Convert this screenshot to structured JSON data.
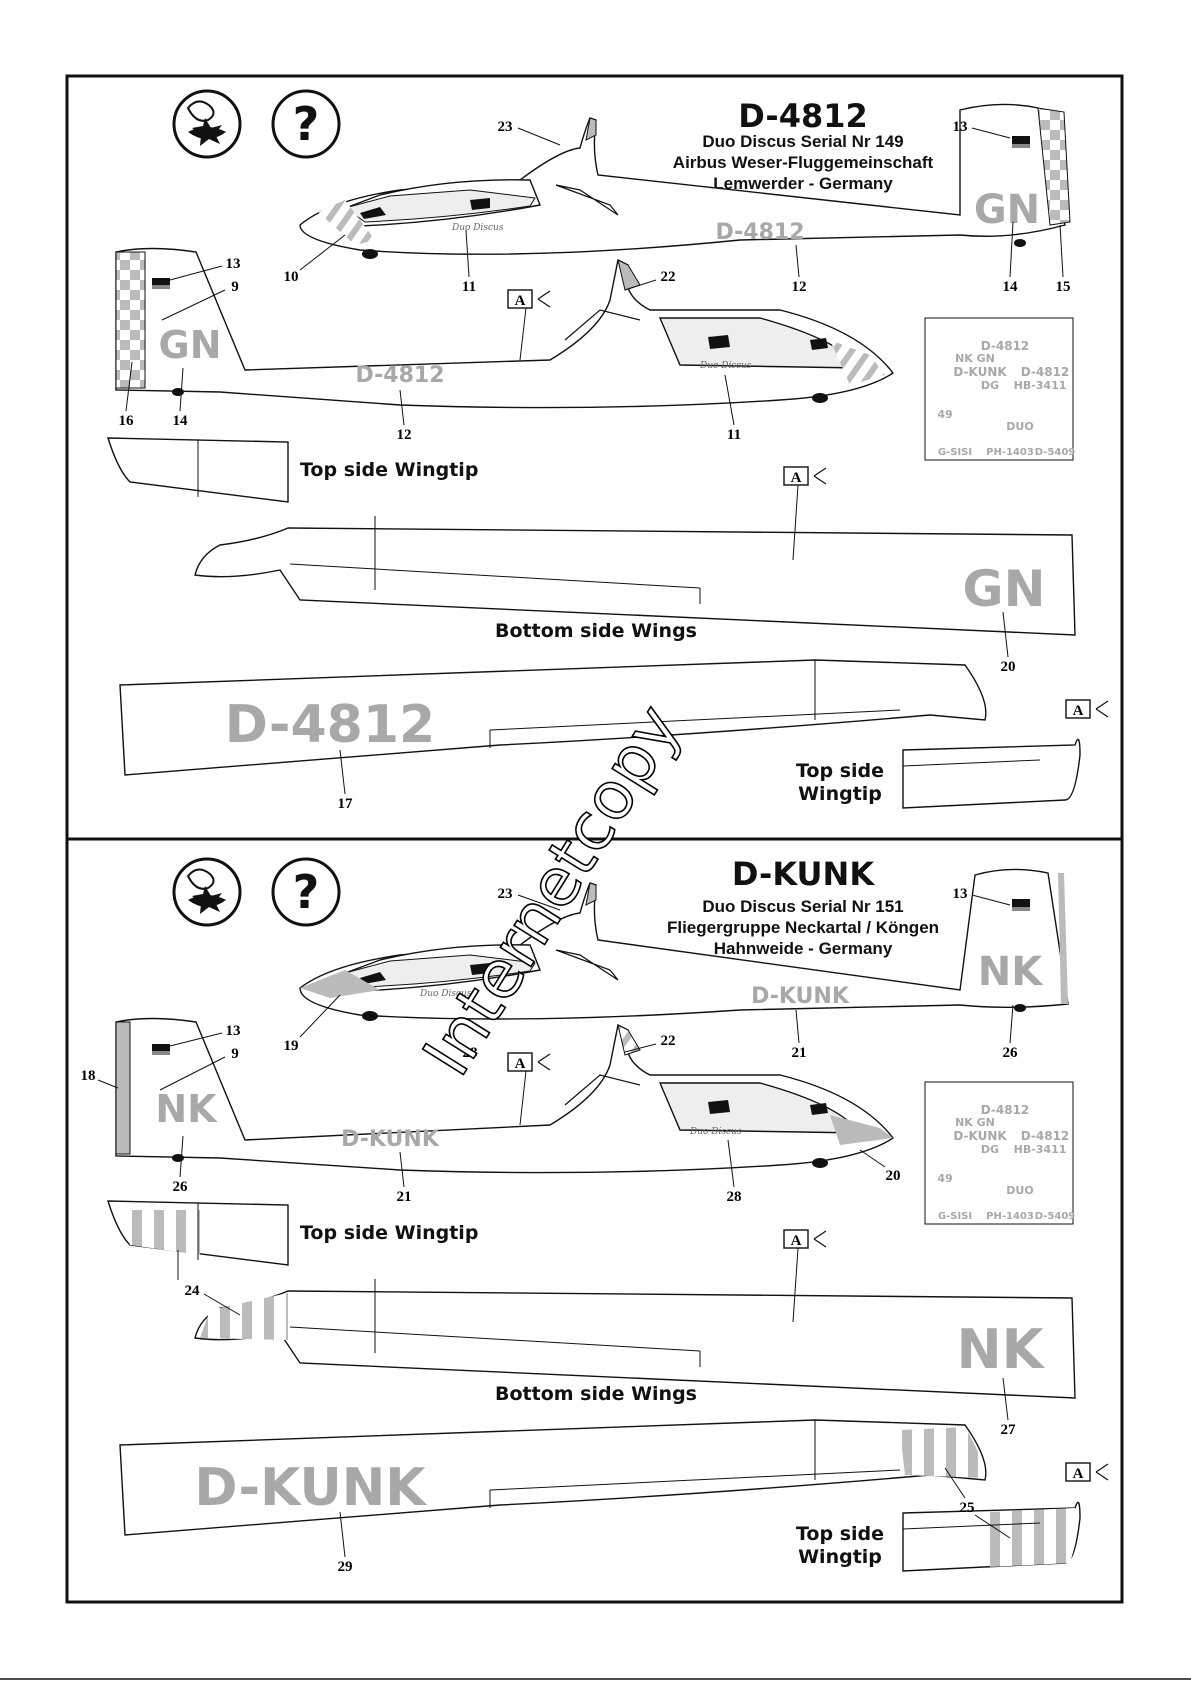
{
  "panels": [
    {
      "registration": "D-4812",
      "model_line": "Duo Discus   Serial Nr 149",
      "club": "Airbus Weser-Fluggemeinschaft",
      "location": "Lemwerder - Germany",
      "fuselage_code": "D-4812",
      "tail_code": "GN",
      "wing_bottom_code": "GN",
      "wing_top_code": "D-4812",
      "script_name": "Duo Discus",
      "labels": {
        "l23": "23",
        "l13a": "13",
        "l10": "10",
        "l11a": "11",
        "l12a": "12",
        "l14a": "14",
        "l15": "15",
        "l13b": "13",
        "l9": "9",
        "l22": "22",
        "l16": "16",
        "l14b": "14",
        "l12b": "12",
        "l11b": "11",
        "l20": "20",
        "l17": "17"
      }
    },
    {
      "registration": "D-KUNK",
      "model_line": "Duo Discus   Serial Nr 151",
      "club": "Fliegergruppe Neckartal / Köngen",
      "location": "Hahnweide - Germany",
      "fuselage_code": "D-KUNK",
      "tail_code": "NK",
      "wing_bottom_code": "NK",
      "wing_top_code": "D-KUNK",
      "script_name": "Duo Discus",
      "labels": {
        "l23": "23",
        "l13a": "13",
        "l19": "19",
        "l21a": "21",
        "l26a": "26",
        "l28a": "28",
        "l13b": "13",
        "l9": "9",
        "l18": "18",
        "l22": "22",
        "l26b": "26",
        "l21b": "21",
        "l28b": "28",
        "l20": "20",
        "l24": "24",
        "l27": "27",
        "l25": "25",
        "l29": "29"
      }
    }
  ],
  "captions": {
    "top_wingtip": "Top side Wingtip",
    "bottom_wings": "Bottom side Wings",
    "top_side_line1": "Top side",
    "top_side_line2": "Wingtip"
  },
  "arrow_marker": "A",
  "sheet": {
    "row1": [
      "D-4812",
      "NK GN"
    ],
    "row2": [
      "D-KUNK",
      "D-4812"
    ],
    "row3": [
      "DG",
      "HB-3411"
    ],
    "row4": [
      "49",
      "DUO"
    ],
    "row5": [
      "G-SISI",
      "PH-1403",
      "D-5409"
    ]
  },
  "watermark": "Internetcopy",
  "icons": [
    "paint-mask-icon",
    "question-icon"
  ]
}
